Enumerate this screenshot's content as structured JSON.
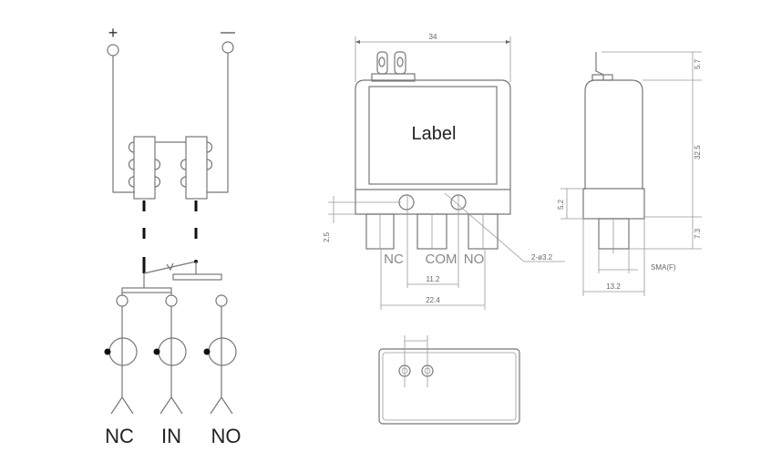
{
  "schematic": {
    "plus": "+",
    "minus": "—",
    "ports": [
      "NC",
      "IN",
      "NO"
    ]
  },
  "front_view": {
    "label": "Label",
    "width_dim": "34",
    "port_labels": [
      "NC",
      "COM",
      "NO"
    ],
    "pitch_dim": "11.2",
    "span_dim": "22.4",
    "hole_note": "2-ø3.2",
    "offset_dim": "2.5"
  },
  "side_view": {
    "terminal_dim": "5.7",
    "body_dim": "32.5",
    "base_dim": "5.2",
    "connector_dim": "7.3",
    "connector_type": "SMA(F)",
    "depth_dim": "13.2"
  }
}
